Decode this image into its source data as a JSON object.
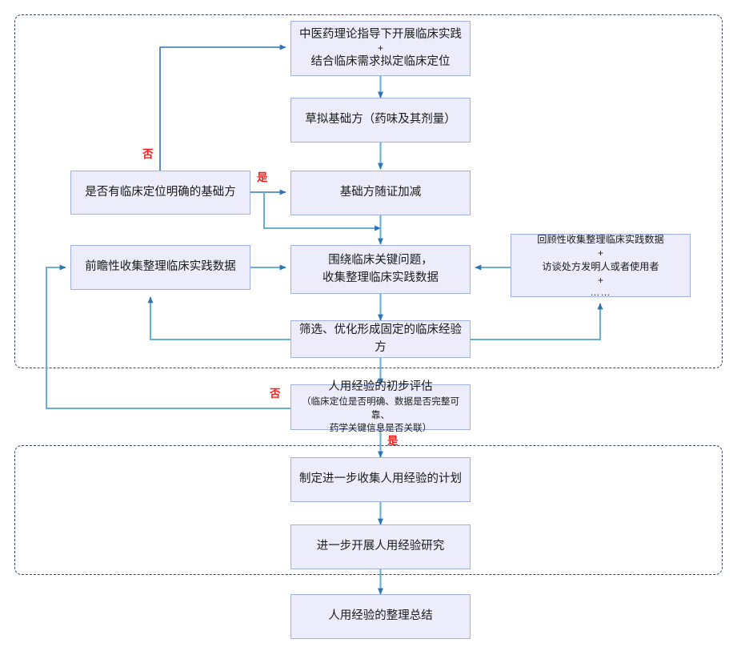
{
  "diagram": {
    "title_present": false,
    "colors": {
      "node_fill": "#ececfa",
      "node_border": "#9fb0e8",
      "arrow_line": "#6aafd6",
      "arrow_head": "#2e75b6",
      "group_border": "#3b4263",
      "decision_label": "#ff1a1a",
      "text": "#1b1b1b"
    },
    "groups": [
      {
        "name": "upper-dashed-region",
        "label": ""
      },
      {
        "name": "lower-dashed-region",
        "label": ""
      }
    ],
    "nodes": [
      {
        "id": "n1",
        "line1": "中医药理论指导下开展临床实践",
        "plus": "+",
        "line2": "结合临床需求拟定临床定位"
      },
      {
        "id": "n2",
        "line1": "草拟基础方（药味及其剂量）"
      },
      {
        "id": "n3",
        "line1": "是否有临床定位明确的基础方"
      },
      {
        "id": "n4",
        "line1": "基础方随证加减"
      },
      {
        "id": "n5",
        "line1": "前瞻性收集整理临床实践数据"
      },
      {
        "id": "n6",
        "line1": "围绕临床关键问题，",
        "line2": "收集整理临床实践数据"
      },
      {
        "id": "n7",
        "line1": "回顾性收集整理临床实践数据",
        "plus": "+",
        "line2": "访谈处方发明人或者使用者",
        "plus2": "+",
        "dots": "……"
      },
      {
        "id": "n8",
        "line1": "筛选、优化形成固定的临床经验方"
      },
      {
        "id": "n9",
        "line1": "人用经验的初步评估",
        "sub1": "（临床定位是否明确、数据是否完整可靠、",
        "sub2": "药学关键信息是否关联）"
      },
      {
        "id": "n10",
        "line1": "制定进一步收集人用经验的计划"
      },
      {
        "id": "n11",
        "line1": "进一步开展人用经验研究"
      },
      {
        "id": "n12",
        "line1": "人用经验的整理总结"
      }
    ],
    "edge_labels": [
      {
        "id": "no1",
        "text": "否"
      },
      {
        "id": "yes1",
        "text": "是"
      },
      {
        "id": "no2",
        "text": "否"
      },
      {
        "id": "yes2",
        "text": "是"
      }
    ]
  }
}
